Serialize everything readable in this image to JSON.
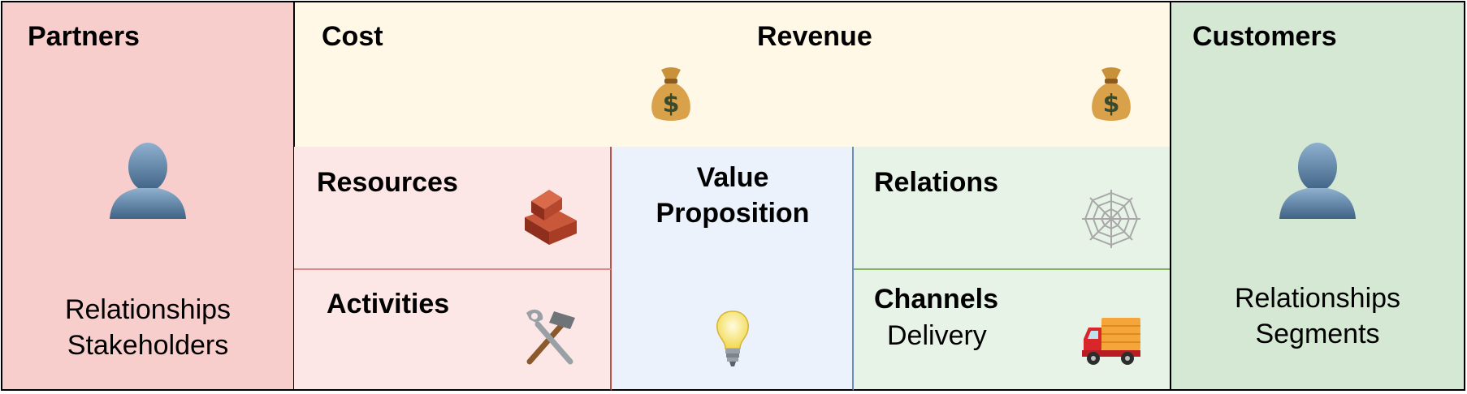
{
  "canvas": {
    "partners": {
      "title": "Partners",
      "icon": "person-icon",
      "lines": [
        "Relationships",
        "Stakeholders"
      ],
      "color": "#f8cecc"
    },
    "cost": {
      "title": "Cost",
      "icon": "money-bag-icon",
      "color": "#fff8e6"
    },
    "revenue": {
      "title": "Revenue",
      "icon": "money-bag-icon",
      "color": "#fff8e6"
    },
    "customers": {
      "title": "Customers",
      "icon": "person-icon",
      "lines": [
        "Relationships",
        "Segments"
      ],
      "color": "#d5e8d4"
    },
    "resources": {
      "title": "Resources",
      "icon": "bricks-icon",
      "color": "#fce6e6"
    },
    "activities": {
      "title": "Activities",
      "icon": "hammer-wrench-icon",
      "color": "#fce6e6"
    },
    "value_proposition": {
      "title_line1": "Value",
      "title_line2": "Proposition",
      "icon": "light-bulb-icon",
      "color": "#ebf2fc"
    },
    "relations": {
      "title": "Relations",
      "icon": "spider-web-icon",
      "color": "#e8f3e8"
    },
    "channels": {
      "title": "Channels",
      "subtitle": "Delivery",
      "icon": "delivery-truck-icon",
      "color": "#e8f3e8"
    }
  }
}
